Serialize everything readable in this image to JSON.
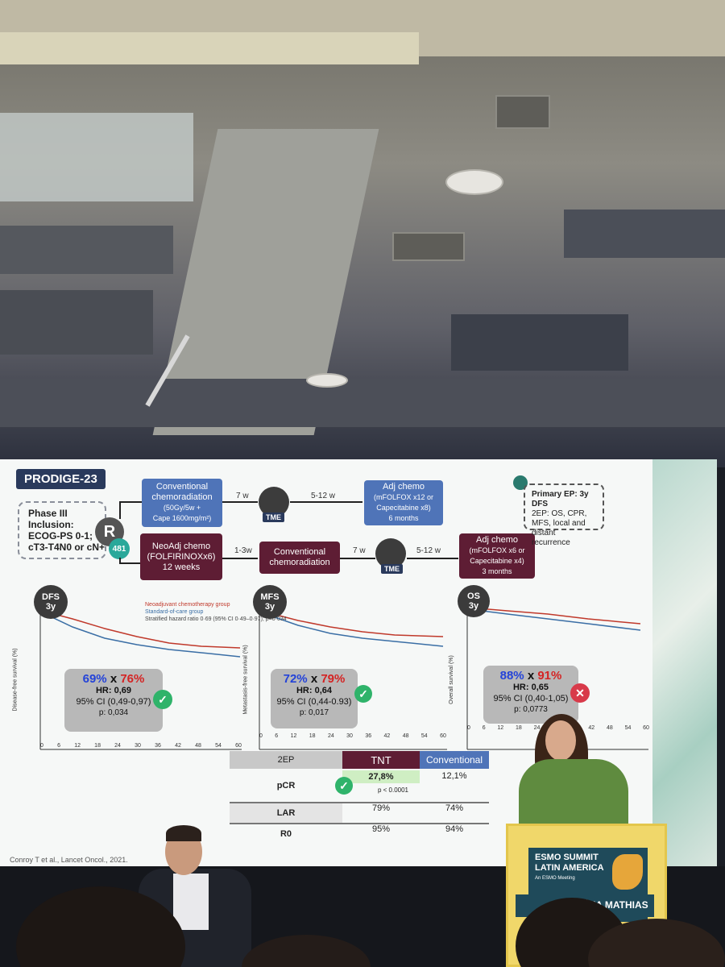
{
  "slide": {
    "badge": "PRODIGE-23",
    "inclusion": [
      "Phase III",
      "Inclusion:",
      "ECOG-PS 0-1;",
      "cT3-T4N0 or cN+"
    ],
    "randomize": "R",
    "n": "481",
    "arm1": {
      "box1": [
        "Conventional",
        "chemoradiation",
        "(50Gy/5w +",
        "Cape 1600mg/m²)"
      ],
      "gap1": "7 w",
      "tme": "TME",
      "gap2": "5-12 w",
      "box2": [
        "Adj chemo",
        "(mFOLFOX  x12 or",
        "Capecitabine x8)",
        "6 months"
      ]
    },
    "arm2": {
      "box1": [
        "NeoAdj chemo",
        "(FOLFIRINOXx6)",
        "12 weeks"
      ],
      "gap1": "1-3w",
      "box2": [
        "Conventional",
        "chemoradiation"
      ],
      "gap2": "7 w",
      "tme": "TME",
      "gap3": "5-12 w",
      "box3": [
        "Adj chemo",
        "(mFOLFOX  x6 or",
        "Capecitabine x4)",
        "3 months"
      ]
    },
    "endpoints": [
      "Primary EP:  3y DFS",
      "2EP: OS, CPR,",
      "MFS, local and distant",
      "recurrence"
    ],
    "legend": [
      "Neoadjuvant chemotherapy group",
      "Standard-of-care group",
      "Stratified hazard ratio 0·69 (95% CI 0·49–0·97); p=0·034"
    ],
    "panels": [
      {
        "tag1": "DFS",
        "tag2": "3y",
        "ylab": "Disease-free survival (%)",
        "a": "69%",
        "x": "x",
        "b": "76%",
        "hr": "HR: 0,69",
        "ci": "95% CI (0,49-0,97)",
        "p": "p: 0,034",
        "status": "✓"
      },
      {
        "tag1": "MFS",
        "tag2": "3y",
        "ylab": "Metastasis-free survival (%)",
        "a": "72%",
        "x": "x",
        "b": "79%",
        "hr": "HR: 0,64",
        "ci": "95% CI (0,44-0.93)",
        "p": "p: 0,017",
        "status": "✓"
      },
      {
        "tag1": "OS",
        "tag2": "3y",
        "ylab": "Overall survival (%)",
        "a": "88%",
        "x": "x",
        "b": "91%",
        "hr": "HR: 0,65",
        "ci": "95% CI (0,40-1,05)",
        "p": "p: 0,0773",
        "status": "✕"
      }
    ],
    "xticks": [
      "0",
      "6",
      "12",
      "18",
      "24",
      "30",
      "36",
      "42",
      "48",
      "54",
      "60"
    ],
    "table": {
      "headers": [
        "2EP",
        "TNT",
        "Conventional"
      ],
      "rows": [
        {
          "label": "pCR",
          "tnt": "27,8%",
          "conv": "12,1%",
          "note": "p < 0.0001"
        },
        {
          "label": "LAR",
          "tnt": "79%",
          "conv": "74%"
        },
        {
          "label": "R0",
          "tnt": "95%",
          "conv": "94%"
        }
      ]
    },
    "citation": "Conroy T et al., Lancet Oncol., 2021."
  },
  "podium": {
    "line1": "ESMO SUMMIT",
    "line2": "LATIN AMERICA",
    "line3": "An ESMO Meeting",
    "name": "CECÍLIA MATHIAS"
  },
  "colors": {
    "neo": "#c0392b",
    "soc": "#3a6ea5",
    "blue": "#4f74b8",
    "maroon": "#5e1d34",
    "ok": "#2fb36a",
    "bad": "#d83a4a"
  }
}
